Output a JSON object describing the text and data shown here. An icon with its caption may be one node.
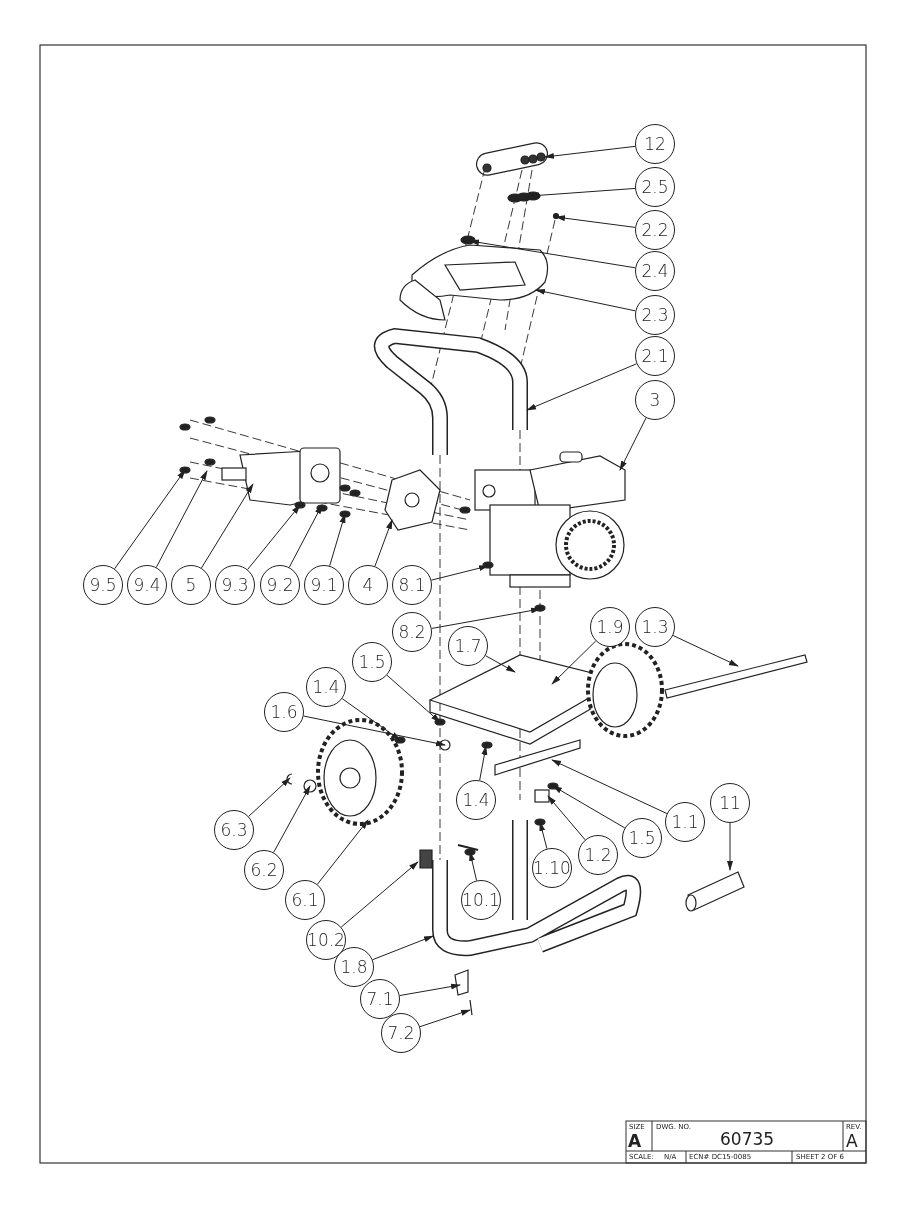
{
  "diagram": {
    "nodes": [
      {
        "text": [
          "12"
        ]
      },
      {
        "text": [
          "2.5"
        ]
      },
      {
        "text": [
          "2.2"
        ]
      },
      {
        "text": [
          "2.4"
        ]
      },
      {
        "text": [
          "2.3"
        ]
      },
      {
        "text": [
          "2.1"
        ]
      },
      {
        "text": [
          "3"
        ]
      },
      {
        "text": [
          "9.5"
        ]
      },
      {
        "text": [
          "9.4"
        ]
      },
      {
        "text": [
          "5"
        ]
      },
      {
        "text": [
          "9.3"
        ]
      },
      {
        "text": [
          "9.2"
        ]
      },
      {
        "text": [
          "9.1"
        ]
      },
      {
        "text": [
          "4"
        ]
      },
      {
        "text": [
          "8.1"
        ]
      },
      {
        "text": [
          "8.2"
        ]
      },
      {
        "text": [
          "1.9"
        ]
      },
      {
        "text": [
          "1.3"
        ]
      },
      {
        "text": [
          "1.7"
        ]
      },
      {
        "text": [
          "1.5"
        ]
      },
      {
        "text": [
          "1.4"
        ]
      },
      {
        "text": [
          "1.6"
        ]
      },
      {
        "text": [
          "1.4"
        ]
      },
      {
        "text": [
          "6.3"
        ]
      },
      {
        "text": [
          "1.1"
        ]
      },
      {
        "text": [
          "11"
        ]
      },
      {
        "text": [
          "1.5"
        ]
      },
      {
        "text": [
          "1.2"
        ]
      },
      {
        "text": [
          "6.2"
        ]
      },
      {
        "text": [
          "1.10"
        ]
      },
      {
        "text": [
          "6.1"
        ]
      },
      {
        "text": [
          "10.2"
        ]
      },
      {
        "text": [
          "10.1"
        ]
      },
      {
        "text": [
          "1.8"
        ]
      },
      {
        "text": [
          "7.1"
        ]
      },
      {
        "text": [
          "7.2"
        ]
      }
    ],
    "edges": [
      {
        "from": 0,
        "to": null,
        "arrow": "to"
      },
      {
        "from": 1,
        "to": null,
        "arrow": "to"
      },
      {
        "from": 2,
        "to": null,
        "arrow": "to"
      },
      {
        "from": 3,
        "to": null,
        "arrow": "to"
      },
      {
        "from": 4,
        "to": null,
        "arrow": "to"
      },
      {
        "from": 5,
        "to": null,
        "arrow": "to"
      },
      {
        "from": 6,
        "to": null,
        "arrow": "to"
      },
      {
        "from": 7,
        "to": null,
        "arrow": "to"
      },
      {
        "from": 8,
        "to": null,
        "arrow": "to"
      },
      {
        "from": 9,
        "to": null,
        "arrow": "to"
      },
      {
        "from": 10,
        "to": null,
        "arrow": "to"
      },
      {
        "from": 11,
        "to": null,
        "arrow": "to"
      },
      {
        "from": 12,
        "to": null,
        "arrow": "to"
      },
      {
        "from": 13,
        "to": null,
        "arrow": "to"
      },
      {
        "from": 14,
        "to": null,
        "arrow": "to"
      },
      {
        "from": 15,
        "to": null,
        "arrow": "to"
      },
      {
        "from": 16,
        "to": null,
        "arrow": "to"
      },
      {
        "from": 17,
        "to": null,
        "arrow": "to"
      },
      {
        "from": 18,
        "to": null,
        "arrow": "to"
      },
      {
        "from": 19,
        "to": null,
        "arrow": "to"
      },
      {
        "from": 20,
        "to": null,
        "arrow": "to"
      },
      {
        "from": 21,
        "to": null,
        "arrow": "to"
      },
      {
        "from": 22,
        "to": null,
        "arrow": "to"
      },
      {
        "from": 23,
        "to": null,
        "arrow": "to"
      },
      {
        "from": 24,
        "to": null,
        "arrow": "to"
      },
      {
        "from": 25,
        "to": null,
        "arrow": "to"
      },
      {
        "from": 26,
        "to": null,
        "arrow": "to"
      },
      {
        "from": 27,
        "to": null,
        "arrow": "to"
      },
      {
        "from": 28,
        "to": null,
        "arrow": "to"
      },
      {
        "from": 29,
        "to": null,
        "arrow": "to"
      },
      {
        "from": 30,
        "to": null,
        "arrow": "to"
      },
      {
        "from": 31,
        "to": null,
        "arrow": "to"
      },
      {
        "from": 32,
        "to": null,
        "arrow": "to"
      },
      {
        "from": 33,
        "to": null,
        "arrow": "to"
      },
      {
        "from": 34,
        "to": null,
        "arrow": "to"
      },
      {
        "from": 35,
        "to": null,
        "arrow": "to"
      }
    ],
    "labels": [
      "SIZE",
      "DWG. NO.",
      "REV.",
      "A",
      "60735",
      "A",
      "SCALE:",
      "N/A",
      "ECN# DC15-0085",
      "SHEET 2 OF 6"
    ]
  }
}
